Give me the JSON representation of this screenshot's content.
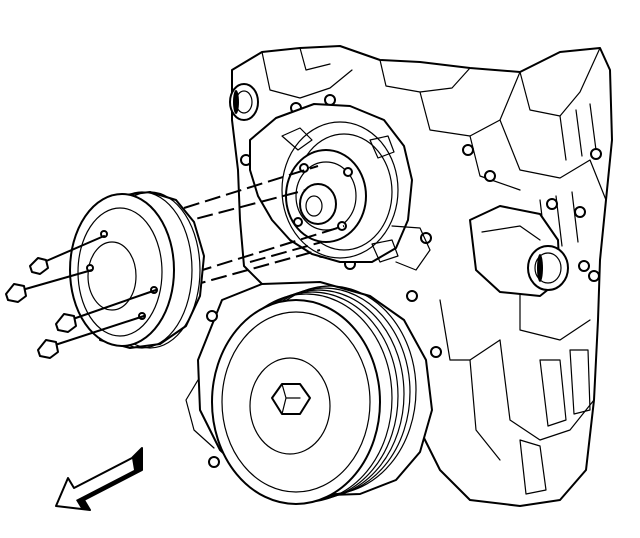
{
  "diagram": {
    "kind": "exploded-view line illustration",
    "parts": [
      "engine-block",
      "water-pump",
      "water-pump-pulley",
      "pulley-bolts",
      "crankshaft-balancer",
      "thermostat-housing",
      "front-direction-arrow"
    ],
    "pulley_bolt_count": 4,
    "colors": {
      "ink": "#000000",
      "paper": "#ffffff"
    }
  }
}
